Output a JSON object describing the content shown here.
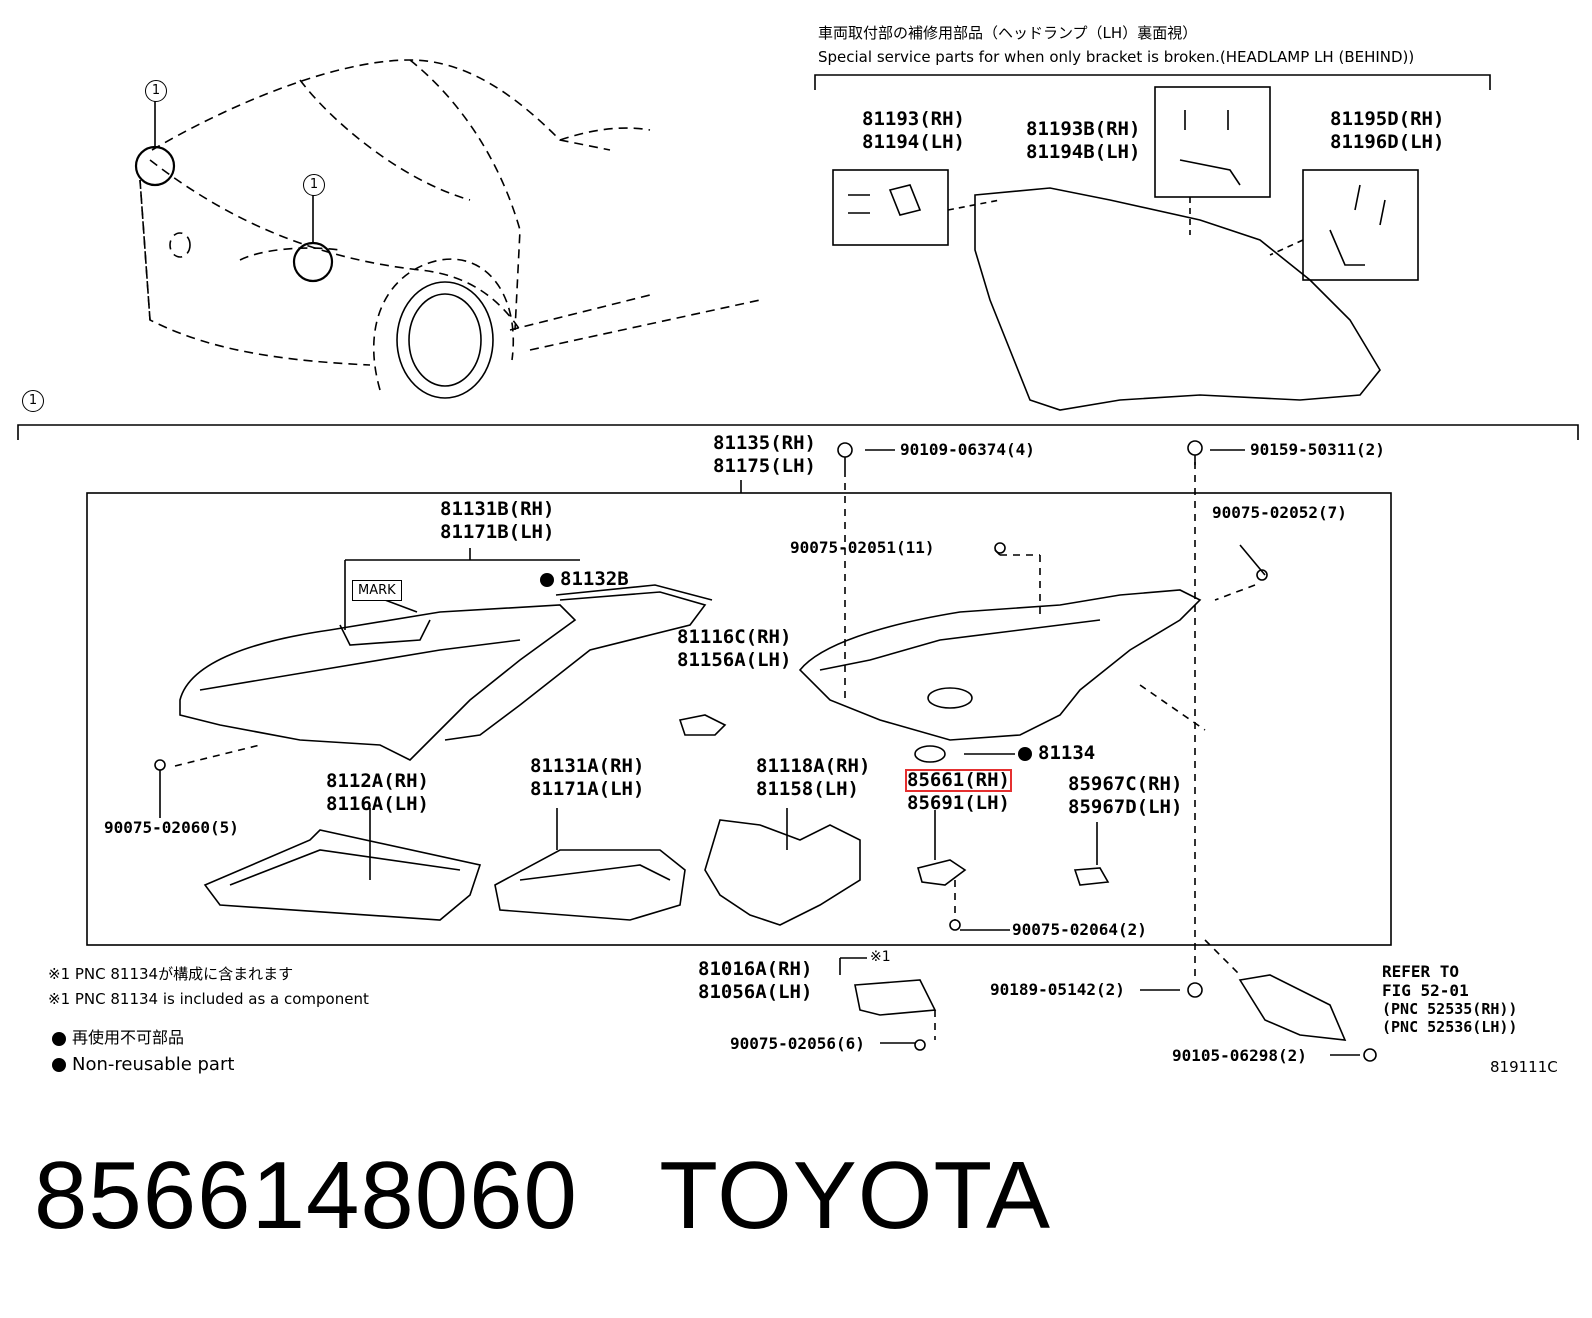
{
  "bracket_header": {
    "jp": "車両取付部の補修用部品（ヘッドランプ（LH）裏面視）",
    "en": "Special service parts for when only bracket is broken.(HEADLAMP LH (BEHIND))"
  },
  "callout": "1",
  "parts": {
    "p81193": [
      "81193(RH)",
      "81194(LH)"
    ],
    "p81193b": [
      "81193B(RH)",
      "81194B(LH)"
    ],
    "p81195d": [
      "81195D(RH)",
      "81196D(LH)"
    ],
    "p81135": [
      "81135(RH)",
      "81175(LH)"
    ],
    "p90109": "90109-06374(4)",
    "p90159": "90159-50311(2)",
    "p81131b": [
      "81131B(RH)",
      "81171B(LH)"
    ],
    "mark": "MARK",
    "p81132b": "81132B",
    "p90075_02051": "90075-02051(11)",
    "p90075_02052": "90075-02052(7)",
    "p81116c": [
      "81116C(RH)",
      "81156A(LH)"
    ],
    "p81134": "81134",
    "p85661": [
      "85661(RH)",
      "85691(LH)"
    ],
    "p85967c": [
      "85967C(RH)",
      "85967D(LH)"
    ],
    "p90075_02060": "90075-02060(5)",
    "p8112a": [
      "8112A(RH)",
      "8116A(LH)"
    ],
    "p81131a": [
      "81131A(RH)",
      "81171A(LH)"
    ],
    "p81118a": [
      "81118A(RH)",
      "81158(LH)"
    ],
    "p90075_02064": "90075-02064(2)",
    "p81016a": [
      "81016A(RH)",
      "81056A(LH)"
    ],
    "kome1": "※1",
    "p90189": "90189-05142(2)",
    "refer": [
      "REFER TO",
      "FIG 52-01",
      "(PNC 52535(RH))",
      "(PNC 52536(LH))"
    ],
    "p90075_02056": "90075-02056(6)",
    "p90105": "90105-06298(2)"
  },
  "notes": {
    "kome_jp": "※1 PNC 81134が構成に含まれます",
    "kome_en": "※1 PNC 81134 is included as a component",
    "legend_jp": "再使用不可部品",
    "legend_en": "Non-reusable part"
  },
  "figure_code": "819111C",
  "title": "8566148060   TOYOTA",
  "colors": {
    "highlight": "#e53030",
    "line": "#000000"
  }
}
